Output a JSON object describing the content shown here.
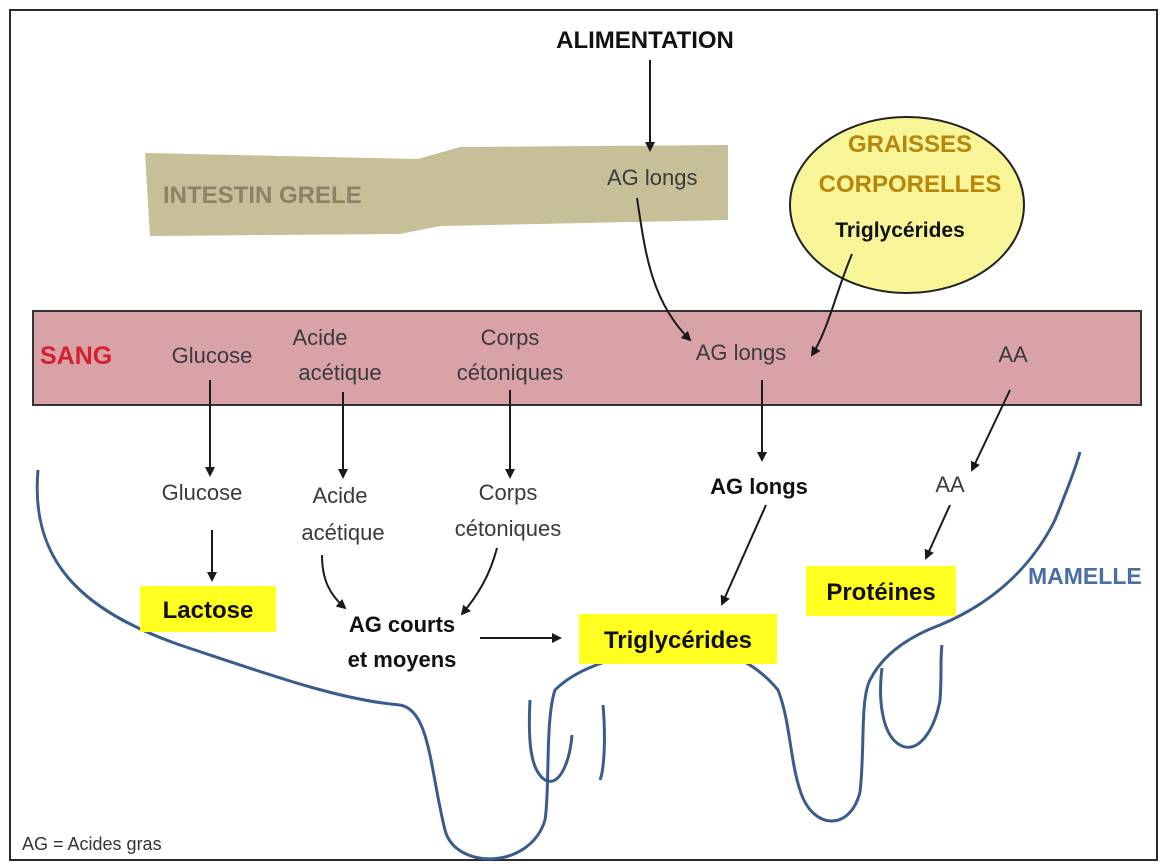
{
  "title": "ALIMENTATION",
  "intestine": {
    "label": "INTESTIN GRELE",
    "content": "AG longs",
    "color": "#c6bf98"
  },
  "body_fat": {
    "label_line1": "GRAISSES",
    "label_line2": "CORPORELLES",
    "content": "Triglycérides",
    "fill": "#f8f598",
    "label_color": "#b8860b"
  },
  "blood": {
    "label": "SANG",
    "label_color": "#d42030",
    "fill": "#d9a2a7",
    "items": {
      "glucose": "Glucose",
      "acetic_1": "Acide",
      "acetic_2": "acétique",
      "ketone_1": "Corps",
      "ketone_2": "cétoniques",
      "ag_longs": "AG longs",
      "aa": "AA"
    }
  },
  "mammary": {
    "label": "MAMELLE",
    "label_color": "#4a6fa5",
    "outline_color": "#3a5c8c",
    "glucose": "Glucose",
    "acetic_1": "Acide",
    "acetic_2": "acétique",
    "ketone_1": "Corps",
    "ketone_2": "cétoniques",
    "ag_longs": "AG longs",
    "aa": "AA",
    "ag_courts_1": "AG courts",
    "ag_courts_2": "et moyens"
  },
  "products": {
    "lactose": "Lactose",
    "triglycerides": "Triglycérides",
    "proteines": "Protéines",
    "highlight_color": "#ffff20"
  },
  "footnote": "AG = Acides gras"
}
